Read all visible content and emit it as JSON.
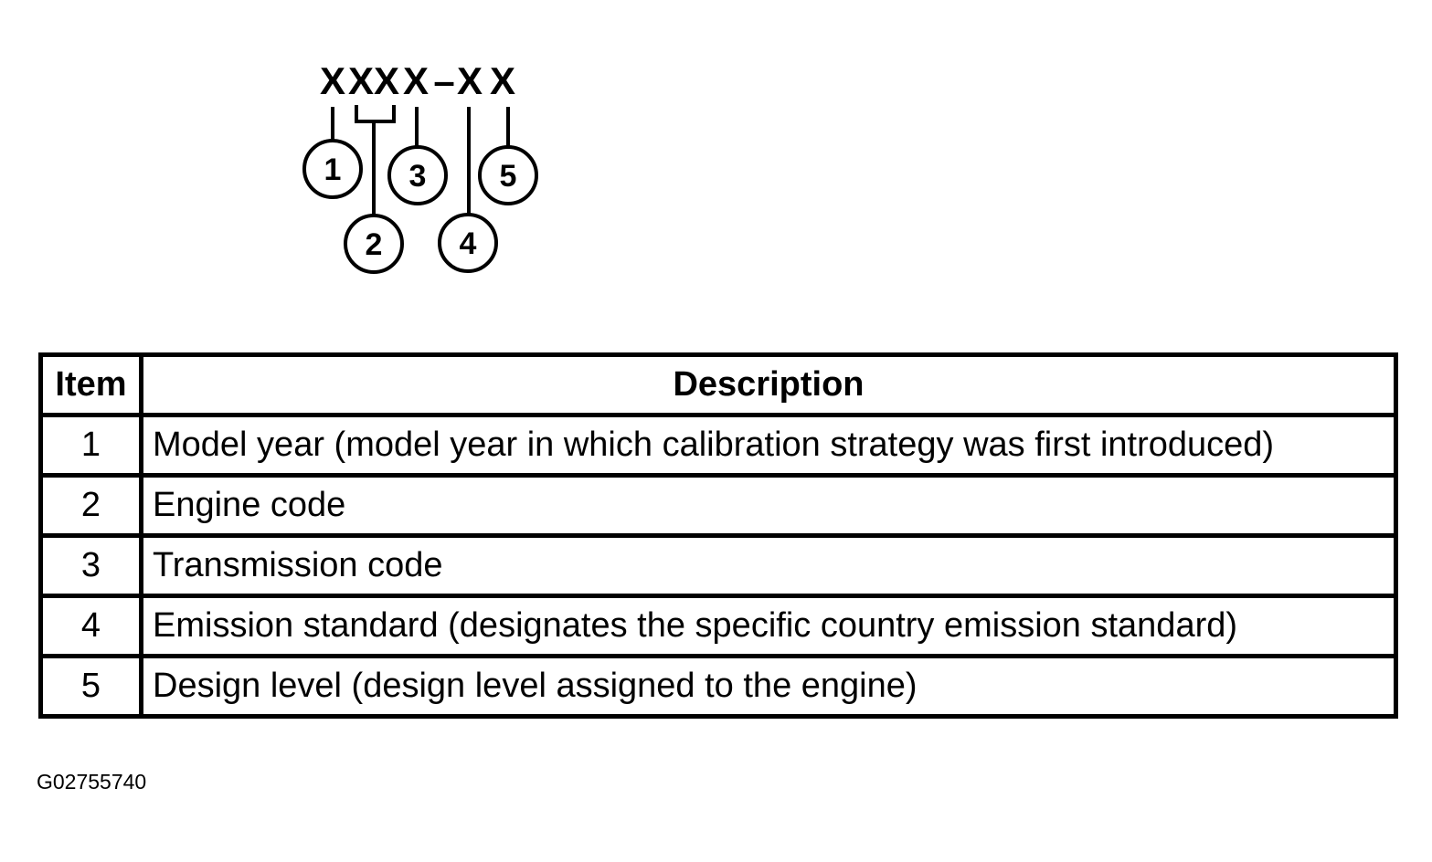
{
  "diagram": {
    "code_pattern": [
      {
        "id": "c1",
        "text": "X"
      },
      {
        "id": "c2",
        "text": "XX"
      },
      {
        "id": "c3",
        "text": "X"
      },
      {
        "id": "dash",
        "text": "–"
      },
      {
        "id": "c4",
        "text": "X"
      },
      {
        "id": "c5",
        "text": "X"
      }
    ],
    "callouts": [
      {
        "id": "callout-1",
        "label": "1"
      },
      {
        "id": "callout-2",
        "label": "2"
      },
      {
        "id": "callout-3",
        "label": "3"
      },
      {
        "id": "callout-4",
        "label": "4"
      },
      {
        "id": "callout-5",
        "label": "5"
      }
    ]
  },
  "table": {
    "headers": {
      "item": "Item",
      "description": "Description"
    },
    "rows": [
      {
        "item": "1",
        "description": "Model year (model year in which calibration strategy was first introduced)"
      },
      {
        "item": "2",
        "description": "Engine code"
      },
      {
        "item": "3",
        "description": "Transmission code"
      },
      {
        "item": "4",
        "description": "Emission standard (designates the specific country emission standard)"
      },
      {
        "item": "5",
        "description": "Design level (design level assigned to the engine)"
      }
    ]
  },
  "figure_code": "G02755740"
}
